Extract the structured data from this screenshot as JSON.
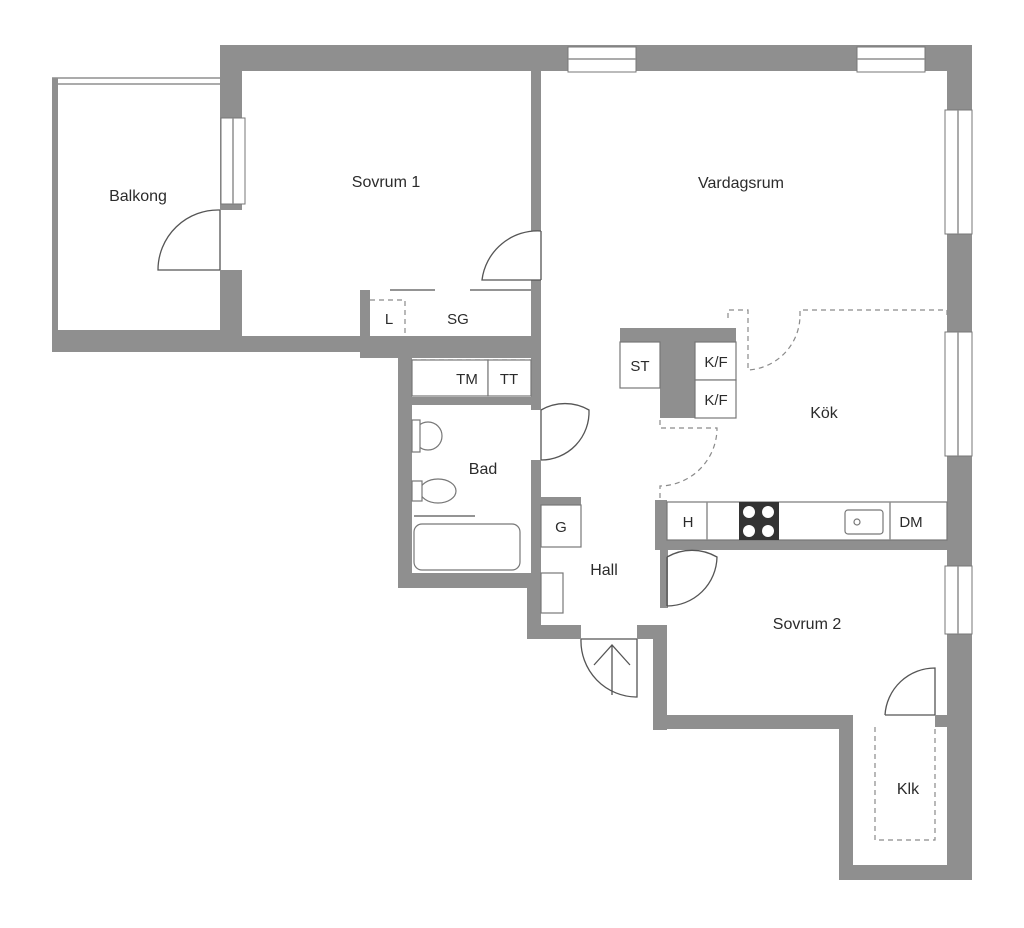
{
  "rooms": {
    "balkong": "Balkong",
    "sovrum1": "Sovrum 1",
    "vardagsrum": "Vardagsrum",
    "kok": "Kök",
    "bad": "Bad",
    "hall": "Hall",
    "sovrum2": "Sovrum 2",
    "klk": "Klk"
  },
  "fixtures": {
    "l": "L",
    "sg": "SG",
    "tm": "TM",
    "tt": "TT",
    "st": "ST",
    "kf1": "K/F",
    "kf2": "K/F",
    "g": "G",
    "h": "H",
    "dm": "DM"
  },
  "colors": {
    "wall": "#8f8f8f",
    "background": "#ffffff",
    "text": "#2b2b2b"
  }
}
